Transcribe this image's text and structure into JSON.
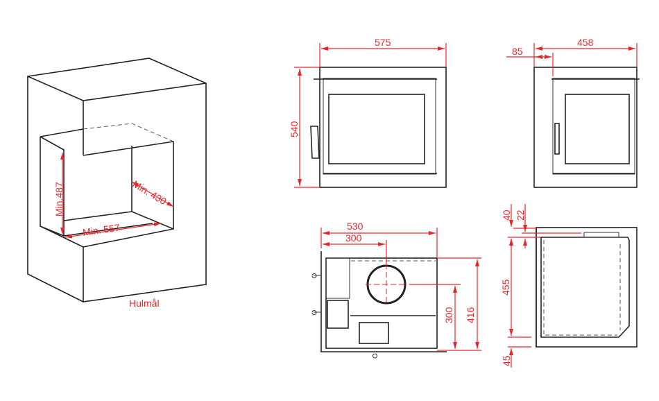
{
  "iso_view": {
    "label": "Hulmål",
    "height": "Min.487",
    "depth": "Min. 430",
    "width": "Min. 557"
  },
  "front_view": {
    "width": "575",
    "height": "540"
  },
  "side_view": {
    "offset": "85",
    "depth": "458"
  },
  "top_view": {
    "width": "530",
    "center_x": "300",
    "center_y": "300",
    "depth": "416"
  },
  "section_view": {
    "top": "40",
    "top_inner": "22",
    "height": "455",
    "bottom": "45"
  },
  "colors": {
    "dimension": "#e8262a",
    "outline": "#222222"
  }
}
